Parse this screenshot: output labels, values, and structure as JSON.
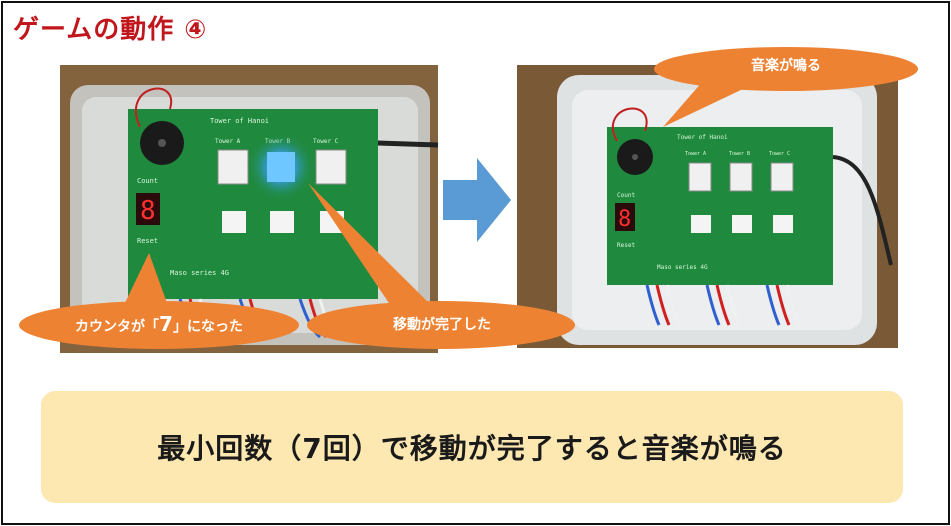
{
  "slide": {
    "title": "ゲームの動作 ④",
    "summary": "最小回数（7回）で移動が完了すると音楽が鳴る"
  },
  "callouts": {
    "counter_prefix": "カウンタが「",
    "counter_value": "7",
    "counter_suffix": "」になった",
    "move_complete": "移動が完了した",
    "music_plays": "音楽が鳴る"
  },
  "board": {
    "name": "Tower of Hanoi",
    "towers": [
      "Tower A",
      "Tower B",
      "Tower C"
    ],
    "count_label": "Count",
    "reset_label": "Reset",
    "series_label": "Maso series 4G",
    "display_digit": "8"
  },
  "colors": {
    "title": "#c0161c",
    "callout": "#ee8233",
    "arrow": "#5b9bd5",
    "banner": "#fde8b2",
    "pcb": "#1f8a3e",
    "led_blue": "#3aa0ff",
    "seven_seg": "#ff3030"
  },
  "icons": [
    "buzzer-icon",
    "arrow-right-icon"
  ]
}
